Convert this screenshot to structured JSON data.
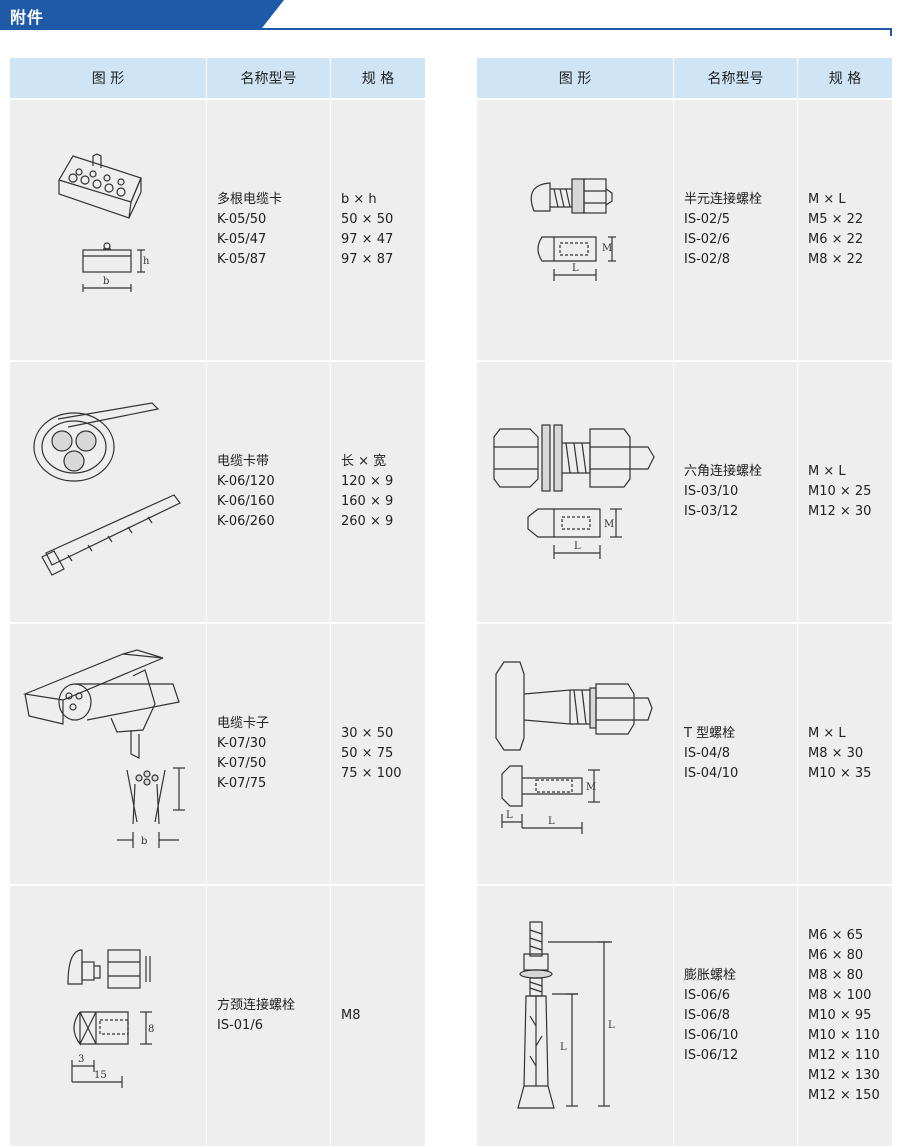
{
  "section_title": "附件",
  "headers": {
    "figure": "图 形",
    "name": "名称型号",
    "spec": "规 格"
  },
  "left_rows": [
    {
      "icon": "multi-cable-clamp-drawing",
      "name_lines": [
        "多根电缆卡",
        "K-05/50",
        "K-05/47",
        "K-05/87"
      ],
      "spec_lines": [
        "b × h",
        "50 × 50",
        "97 × 47",
        "97 × 87"
      ],
      "dim_labels": [
        "h",
        "b"
      ]
    },
    {
      "icon": "cable-tie-drawing",
      "name_lines": [
        "电缆卡带",
        "K-06/120",
        "K-06/160",
        "K-06/260"
      ],
      "spec_lines": [
        "长 × 宽",
        "120 × 9",
        "160 × 9",
        "260 × 9"
      ],
      "dim_labels": []
    },
    {
      "icon": "cable-clip-drawing",
      "name_lines": [
        "电缆卡子",
        "K-07/30",
        "K-07/50",
        "K-07/75"
      ],
      "spec_lines": [
        "30 × 50",
        "50 × 75",
        "75 × 100"
      ],
      "dim_labels": [
        "b"
      ]
    },
    {
      "icon": "square-neck-bolt-drawing",
      "name_lines": [
        "方颈连接螺栓",
        "IS-01/6"
      ],
      "spec_lines": [
        "M8"
      ],
      "dim_labels": [
        "8",
        "3",
        "15"
      ]
    }
  ],
  "right_rows": [
    {
      "icon": "half-round-bolt-drawing",
      "name_lines": [
        "半元连接螺栓",
        "IS-02/5",
        "IS-02/6",
        "IS-02/8"
      ],
      "spec_lines": [
        "M × L",
        "M5 × 22",
        "M6 × 22",
        "M8 × 22"
      ],
      "dim_labels": [
        "M",
        "L"
      ]
    },
    {
      "icon": "hex-bolt-drawing",
      "name_lines": [
        "六角连接螺栓",
        "IS-03/10",
        "IS-03/12"
      ],
      "spec_lines": [
        "M × L",
        "M10 × 25",
        "M12 × 30"
      ],
      "dim_labels": [
        "M",
        "L"
      ]
    },
    {
      "icon": "t-bolt-drawing",
      "name_lines": [
        "T 型螺栓",
        "IS-04/8",
        "IS-04/10"
      ],
      "spec_lines": [
        "M × L",
        "M8 × 30",
        "M10 × 35"
      ],
      "dim_labels": [
        "M",
        "L",
        "L"
      ]
    },
    {
      "icon": "expansion-bolt-drawing",
      "name_lines": [
        "膨胀螺栓",
        "IS-06/6",
        "IS-06/8",
        "IS-06/10",
        "IS-06/12"
      ],
      "spec_lines": [
        "M6 × 65",
        "M6 × 80",
        "M8 × 80",
        "M8 × 100",
        "M10 × 95",
        "M10 × 110",
        "M12 × 110",
        "M12 × 130",
        "M12 × 150"
      ],
      "dim_labels": [
        "L",
        "L"
      ]
    }
  ],
  "colors": {
    "brand_blue": "#1e5aa8",
    "header_bg": "#cfe4f5",
    "cell_bg": "#eeeeee"
  }
}
